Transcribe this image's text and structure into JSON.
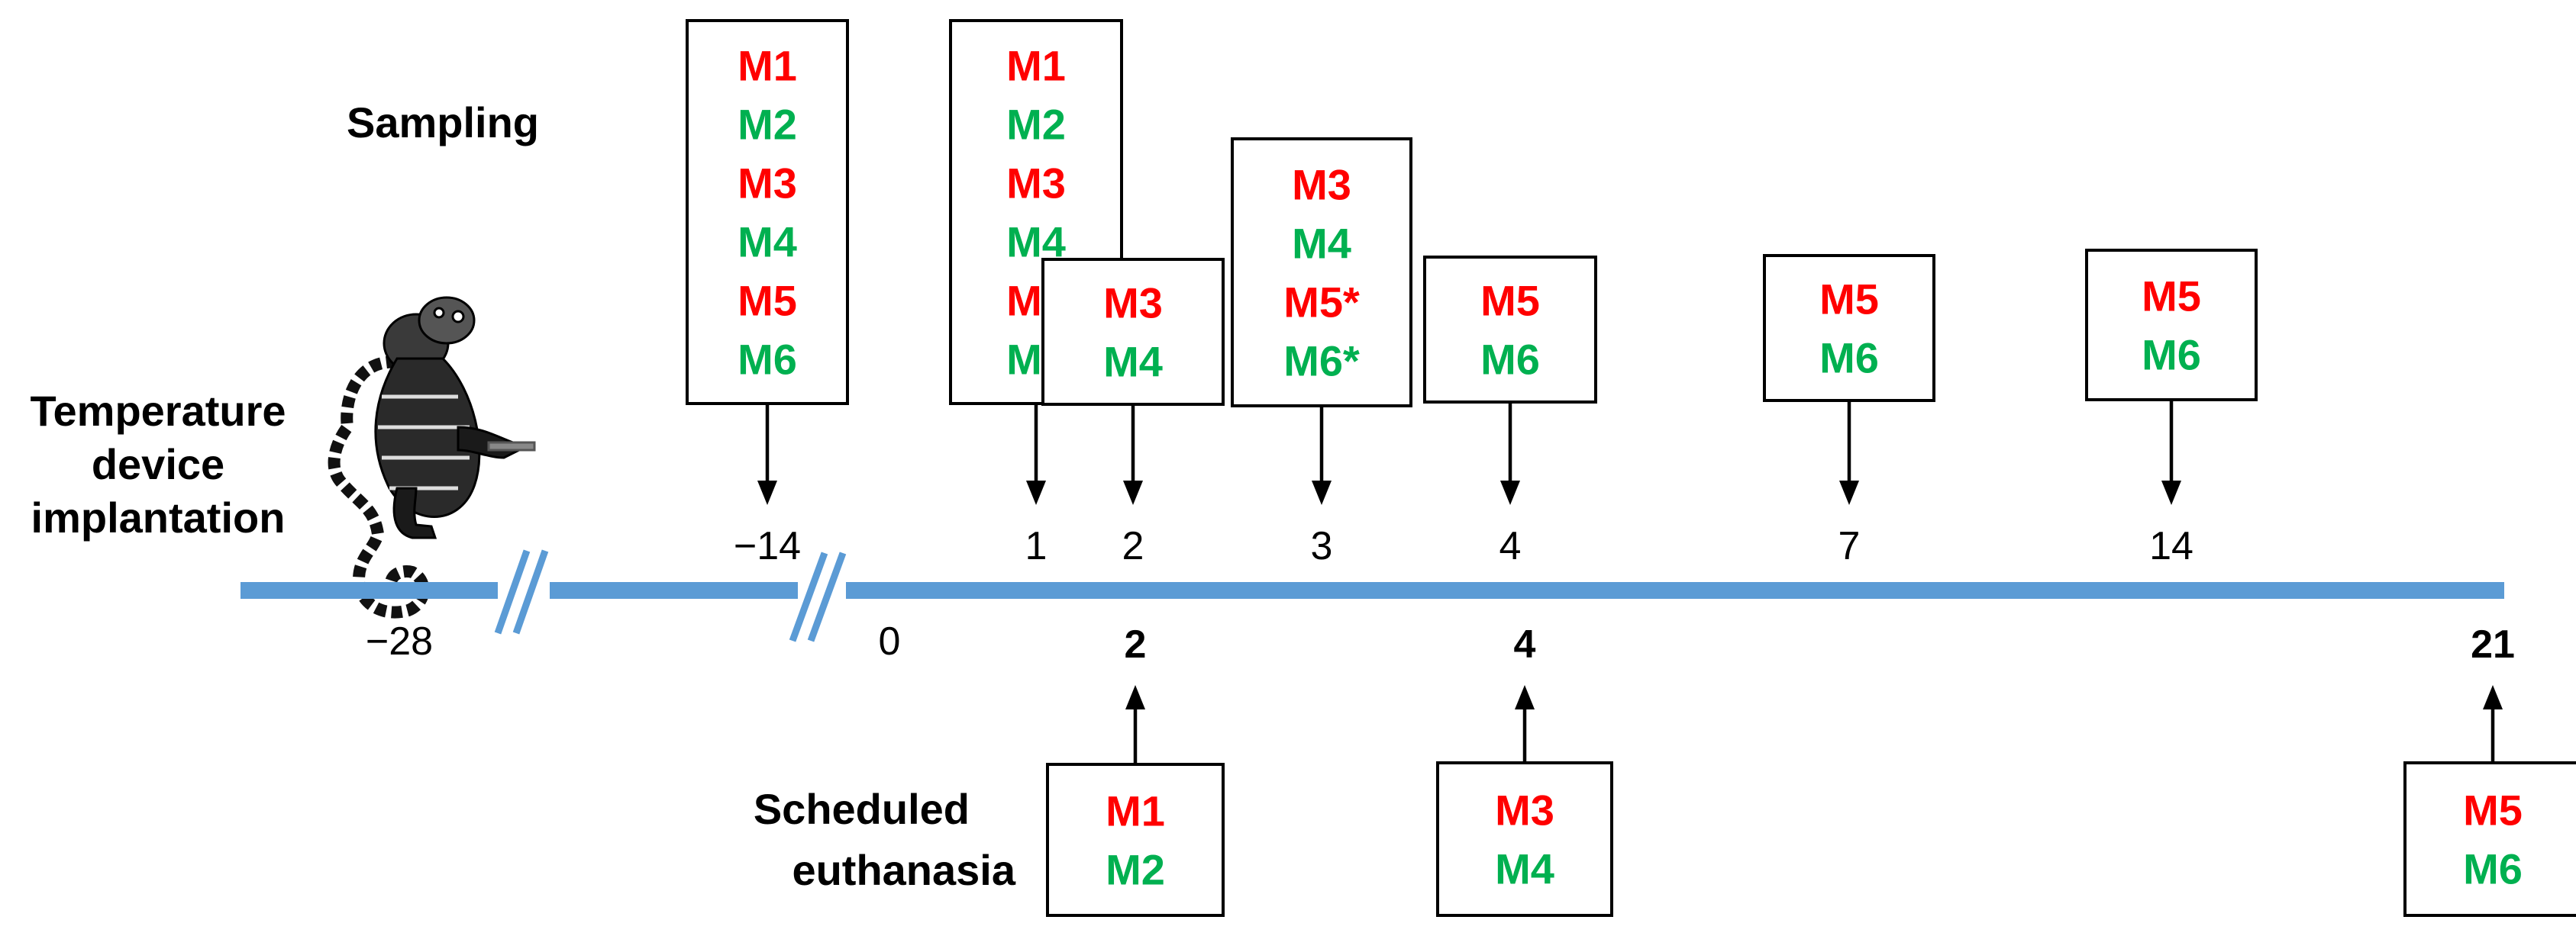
{
  "labels": {
    "sampling": "Sampling",
    "implant_line1": "Temperature",
    "implant_line2": "device",
    "implant_line3": "implantation",
    "euth_line1": "Scheduled",
    "euth_line2": "euthanasia"
  },
  "monkey_icon": "marmoset-illustration",
  "colors": {
    "odd_marmoset": "#ff0000",
    "even_marmoset": "#00b050",
    "timeline": "#5b9bd5"
  },
  "timeline_labels": [
    "−28",
    "0"
  ],
  "sampling_days": [
    {
      "day": "−14",
      "items": [
        {
          "t": "M1",
          "c": "r"
        },
        {
          "t": "M2",
          "c": "g"
        },
        {
          "t": "M3",
          "c": "r"
        },
        {
          "t": "M4",
          "c": "g"
        },
        {
          "t": "M5",
          "c": "r"
        },
        {
          "t": "M6",
          "c": "g"
        }
      ]
    },
    {
      "day": "1",
      "items": [
        {
          "t": "M1",
          "c": "r"
        },
        {
          "t": "M2",
          "c": "g"
        },
        {
          "t": "M3",
          "c": "r"
        },
        {
          "t": "M4",
          "c": "g"
        },
        {
          "t": "M5",
          "c": "r"
        },
        {
          "t": "M6",
          "c": "g"
        }
      ]
    },
    {
      "day": "2",
      "items": [
        {
          "t": "M3",
          "c": "r"
        },
        {
          "t": "M4",
          "c": "g"
        }
      ]
    },
    {
      "day": "3",
      "items": [
        {
          "t": "M3",
          "c": "r"
        },
        {
          "t": "M4",
          "c": "g"
        },
        {
          "t": "M5*",
          "c": "r"
        },
        {
          "t": "M6*",
          "c": "g"
        }
      ]
    },
    {
      "day": "4",
      "items": [
        {
          "t": "M5",
          "c": "r"
        },
        {
          "t": "M6",
          "c": "g"
        }
      ]
    },
    {
      "day": "7",
      "items": [
        {
          "t": "M5",
          "c": "r"
        },
        {
          "t": "M6",
          "c": "g"
        }
      ]
    },
    {
      "day": "14",
      "items": [
        {
          "t": "M5",
          "c": "r"
        },
        {
          "t": "M6",
          "c": "g"
        }
      ]
    }
  ],
  "euthanasia_days": [
    {
      "day": "2",
      "items": [
        {
          "t": "M1",
          "c": "r"
        },
        {
          "t": "M2",
          "c": "g"
        }
      ]
    },
    {
      "day": "4",
      "items": [
        {
          "t": "M3",
          "c": "r"
        },
        {
          "t": "M4",
          "c": "g"
        }
      ]
    },
    {
      "day": "21",
      "items": [
        {
          "t": "M5",
          "c": "r"
        },
        {
          "t": "M6",
          "c": "g"
        }
      ]
    }
  ]
}
